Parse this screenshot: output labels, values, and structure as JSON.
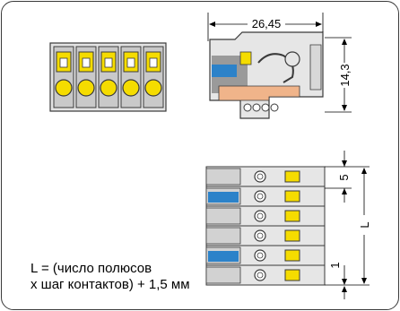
{
  "dimensions": {
    "width_label": "26,45",
    "height_label": "14,3",
    "pitch_label": "5",
    "length_label": "L",
    "tail_label": "1"
  },
  "formula": {
    "line1": "L = (число полюсов",
    "line2": "х шаг контактов) + 1,5 мм"
  },
  "colors": {
    "housing": "#e6e6e6",
    "housing_dark": "#c9c9c9",
    "latch": "#f5dc00",
    "button_blue": "#2c82c9",
    "contact_orange": "#f0b48a",
    "outline": "#3a3a3a"
  }
}
